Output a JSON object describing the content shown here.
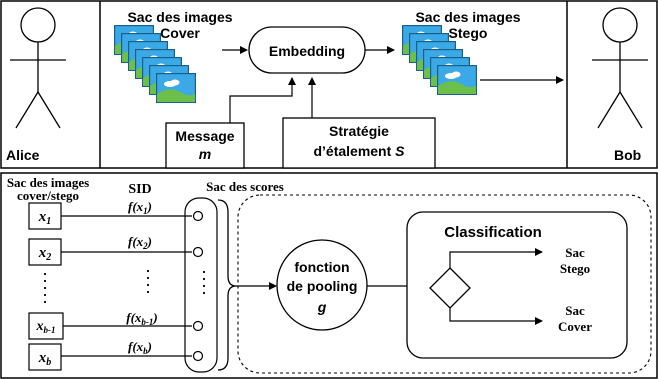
{
  "top": {
    "alice": "Alice",
    "bob": "Bob",
    "cover_bag_line1": "Sac des images",
    "cover_bag_line2": "Cover",
    "embedding": "Embedding",
    "stego_bag_line1": "Sac des images",
    "stego_bag_line2": "Stego",
    "message_line1": "Message",
    "message_line2": "m",
    "strategy_line1": "Stratégie",
    "strategy_line2_prefix": "d’étalement ",
    "strategy_line2_var": "S"
  },
  "bottom": {
    "bag_header_line1": "Sac des images",
    "bag_header_line2": "cover/stego",
    "sid_header": "SID",
    "scores_header": "Sac des scores",
    "items": [
      {
        "name": "x",
        "sub": "1",
        "f_pre": "f(x",
        "f_sub": "1",
        "f_post": ")"
      },
      {
        "name": "x",
        "sub": "2",
        "f_pre": "f(x",
        "f_sub": "2",
        "f_post": ")"
      },
      {
        "name": "x",
        "sub": "b-1",
        "f_pre": "f(x",
        "f_sub": "b-1",
        "f_post": ")"
      },
      {
        "name": "x",
        "sub": "b",
        "f_pre": "f(x",
        "f_sub": "b",
        "f_post": ")"
      }
    ],
    "pooling_line1": "fonction",
    "pooling_line2": "de pooling",
    "pooling_var": "g",
    "classification_title": "Classification",
    "out_stego_line1": "Sac",
    "out_stego_line2": "Stego",
    "out_cover_line1": "Sac",
    "out_cover_line2": "Cover"
  },
  "colors": {
    "sky": "#3aa9e6",
    "hill": "#6cc04a",
    "cloud": "#ffffff"
  }
}
